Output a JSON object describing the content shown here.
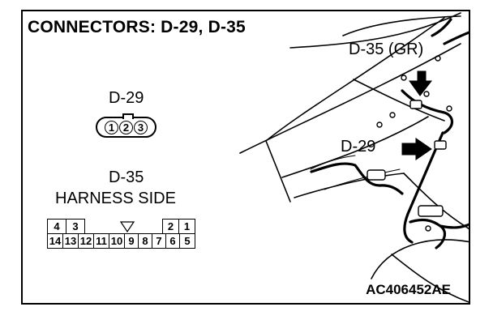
{
  "title": "CONNECTORS: D-29, D-35",
  "d29": {
    "label": "D-29",
    "pins": [
      "1",
      "2",
      "3"
    ]
  },
  "d35": {
    "label": "D-35",
    "subtitle": "HARNESS SIDE",
    "top_row": [
      "4",
      "3",
      "",
      "",
      "2",
      "1"
    ],
    "bottom_row": [
      "14",
      "13",
      "12",
      "11",
      "10",
      "9",
      "8",
      "7",
      "6",
      "5"
    ]
  },
  "callouts": {
    "d35_gr": "D-35 (GR)",
    "d29": "D-29"
  },
  "figure_code": "AC406452AE"
}
